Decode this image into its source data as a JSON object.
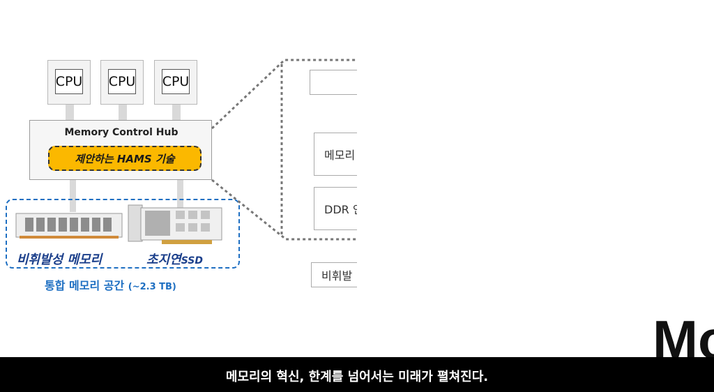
{
  "diagram": {
    "cpus": [
      {
        "label": "CPU"
      },
      {
        "label": "CPU"
      },
      {
        "label": "CPU"
      }
    ],
    "hub": {
      "title": "Memory Control Hub",
      "proposed_tech": "제안하는 HAMS 기술"
    },
    "memory": {
      "nonvolatile_label": "비휘발성 메모리",
      "ssd_label_ko": "초지연",
      "ssd_label_en": "SSD",
      "unified_space": "통합 메모리 공간",
      "unified_capacity": "(~2.3 TB)"
    },
    "detail_panel": {
      "memory_box": "메모리",
      "ddr_box": "DDR 인",
      "nonvolatile_box": "비휘발"
    }
  },
  "subtitle": {
    "text": "메모리의 혁신, 한계를 넘어서는 미래가 펼쳐진다."
  },
  "logo": {
    "partial_text": "Mo"
  },
  "colors": {
    "hams_fill": "#fbb800",
    "group_border": "#1e6fc2",
    "label_navy": "#1b3f8b",
    "subtitle_bg": "#000000"
  }
}
